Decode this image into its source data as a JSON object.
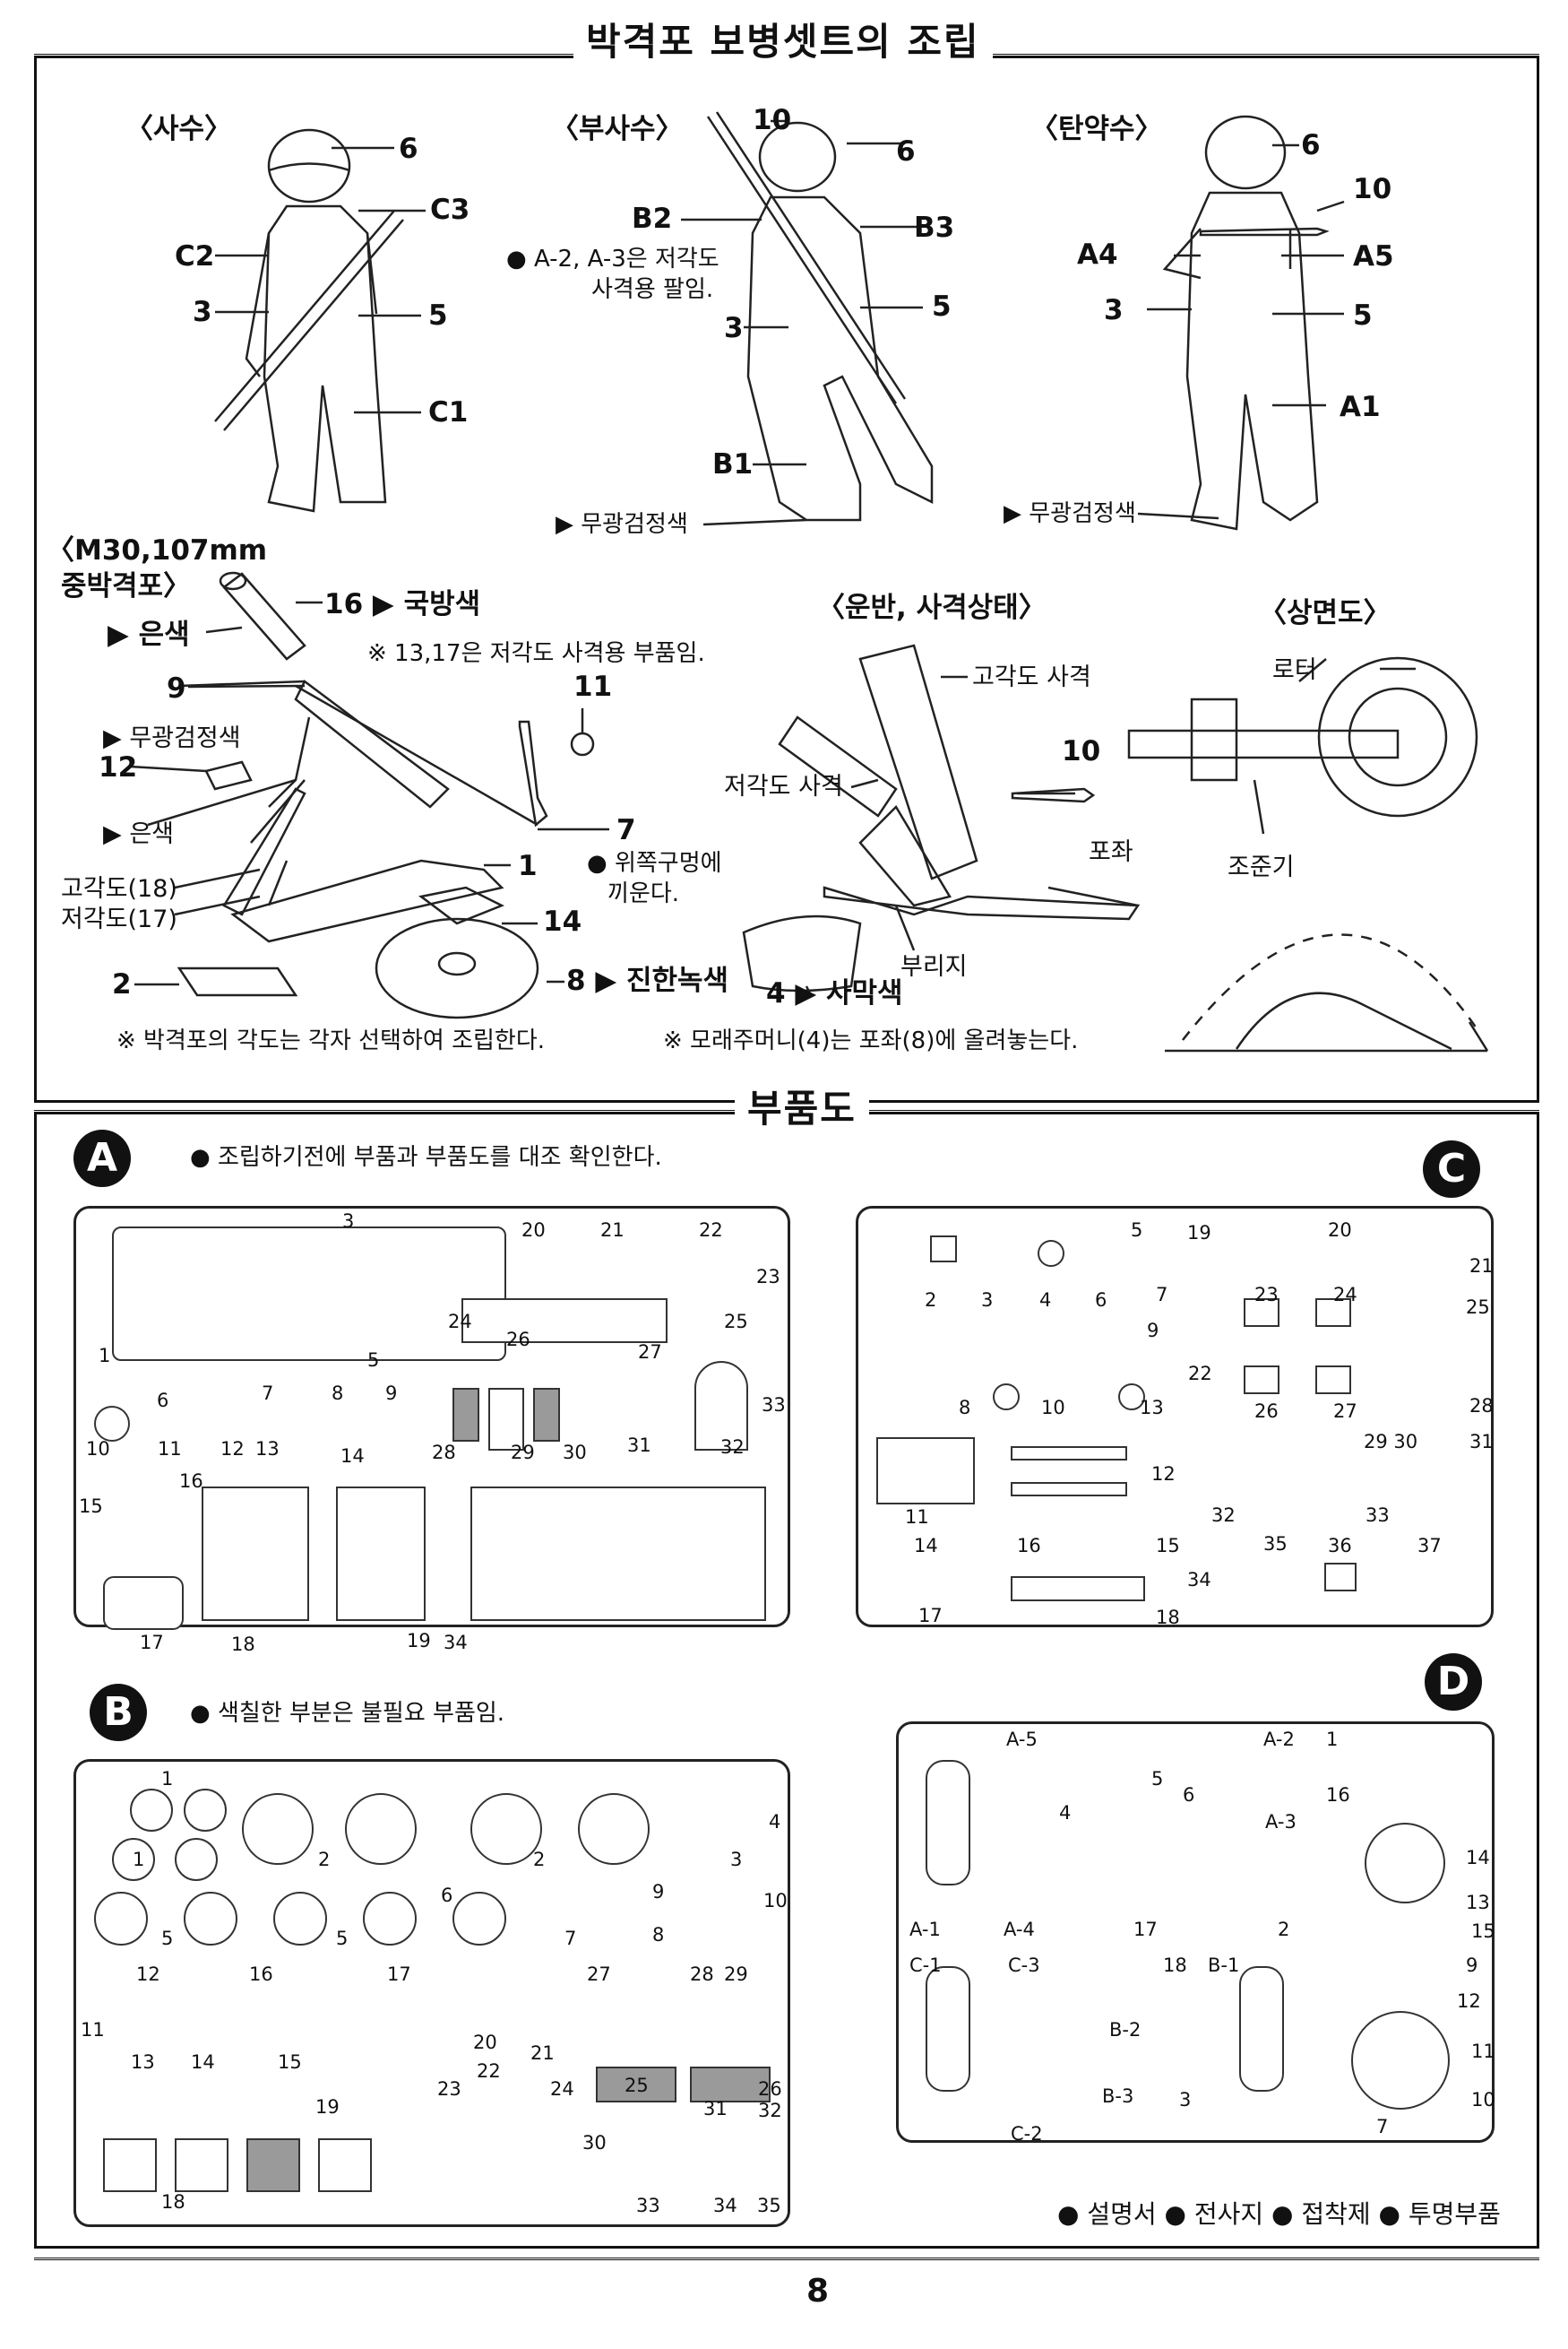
{
  "assembly": {
    "title": "박격포 보병셋트의 조립",
    "gunner": {
      "heading": "〈사수〉",
      "labels": [
        "6",
        "C3",
        "C2",
        "3",
        "5",
        "C1"
      ]
    },
    "assistant": {
      "heading": "〈부사수〉",
      "labels": [
        "10",
        "6",
        "B2",
        "B3",
        "3",
        "5",
        "B1"
      ],
      "note_line1": "● A-2, A-3은 저각도",
      "note_line2": "사격용 팔임.",
      "paint": "▶ 무광검정색"
    },
    "ammo": {
      "heading": "〈탄약수〉",
      "labels": [
        "6",
        "10",
        "A4",
        "A5",
        "3",
        "5",
        "A1"
      ],
      "paint": "▶ 무광검정색"
    },
    "mortar": {
      "heading_line1": "〈M30,107mm",
      "heading_line2": "중박격포〉",
      "labels": {
        "p16": "16 ▶ 국방색",
        "silver1": "▶ 은색",
        "note_1317": "※ 13,17은 저각도 사격용 부품임.",
        "p9": "9",
        "p11": "11",
        "black": "▶ 무광검정색",
        "p12": "12",
        "silver2": "▶ 은색",
        "p7": "7",
        "p7note1": "● 위쪽구멍에",
        "p7note2": "끼운다.",
        "high": "고각도(18)",
        "low": "저각도(17)",
        "p1": "1",
        "p14": "14",
        "p2": "2",
        "p8": "8 ▶ 진한녹색"
      },
      "footnote": "※ 박격포의 각도는 각자 선택하여 조립한다."
    },
    "transport": {
      "heading": "〈운반, 사격상태〉",
      "high_fire": "고각도 사격",
      "low_fire": "저각도 사격",
      "p10": "10",
      "baseplate": "포좌",
      "bipod": "부리지",
      "p4": "4 ▶ 사막색",
      "footnote": "※ 모래주머니(4)는 포좌(8)에 올려놓는다."
    },
    "topview": {
      "heading": "〈상면도〉",
      "rotor": "로터",
      "sight": "조준기"
    }
  },
  "parts": {
    "title": "부품도",
    "A": {
      "letter": "A",
      "note": "● 조립하기전에 부품과 부품도를 대조 확인한다."
    },
    "B": {
      "letter": "B",
      "note": "● 색칠한 부분은 불필요 부품임."
    },
    "C": {
      "letter": "C"
    },
    "D": {
      "letter": "D"
    },
    "legend": "● 설명서 ● 전사지 ● 접착제 ● 투명부품"
  },
  "page_number": "8"
}
